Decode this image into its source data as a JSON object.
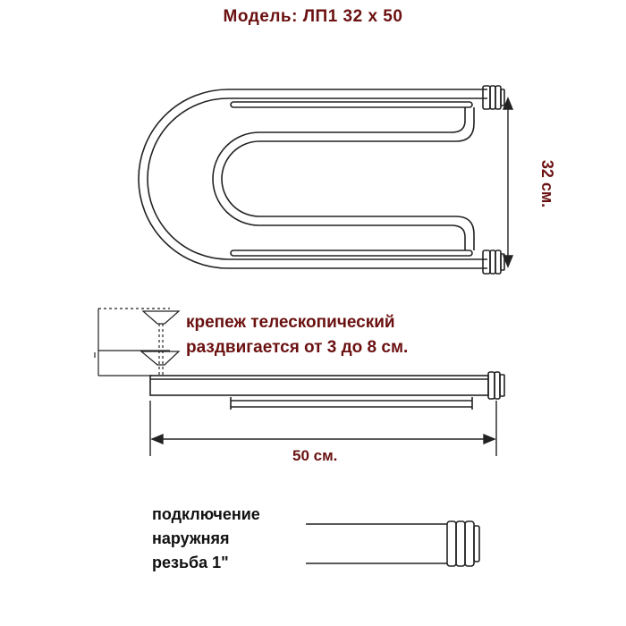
{
  "title": "Модель: ЛП1 32 х 50",
  "mount_text": [
    "крепеж телескопический",
    "раздвигается от 3 до 8 см."
  ],
  "dim_height": "32 см.",
  "dim_width": "50 см.",
  "connection_text": [
    "подключение",
    "наружняя",
    "резьба 1\""
  ],
  "colors": {
    "label": "#6b1010",
    "line": "#222222",
    "text_dark": "#111111"
  }
}
